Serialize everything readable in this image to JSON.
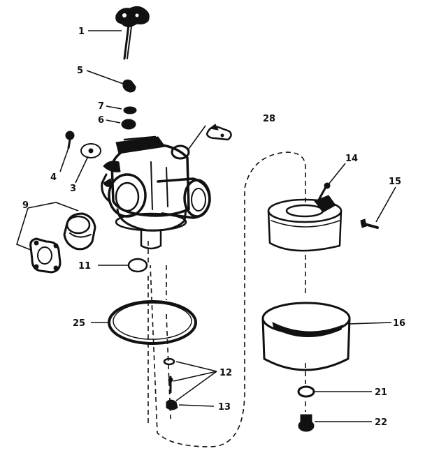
{
  "parts": [
    {
      "id": "1",
      "label": "1"
    },
    {
      "id": "3",
      "label": "3"
    },
    {
      "id": "4",
      "label": "4"
    },
    {
      "id": "5",
      "label": "5"
    },
    {
      "id": "6",
      "label": "6"
    },
    {
      "id": "7",
      "label": "7"
    },
    {
      "id": "9",
      "label": "9"
    },
    {
      "id": "11",
      "label": "11"
    },
    {
      "id": "12",
      "label": "12"
    },
    {
      "id": "13",
      "label": "13"
    },
    {
      "id": "14",
      "label": "14"
    },
    {
      "id": "15",
      "label": "15"
    },
    {
      "id": "16",
      "label": "16"
    },
    {
      "id": "21",
      "label": "21"
    },
    {
      "id": "22",
      "label": "22"
    },
    {
      "id": "25",
      "label": "25"
    },
    {
      "id": "28",
      "label": "28"
    }
  ]
}
